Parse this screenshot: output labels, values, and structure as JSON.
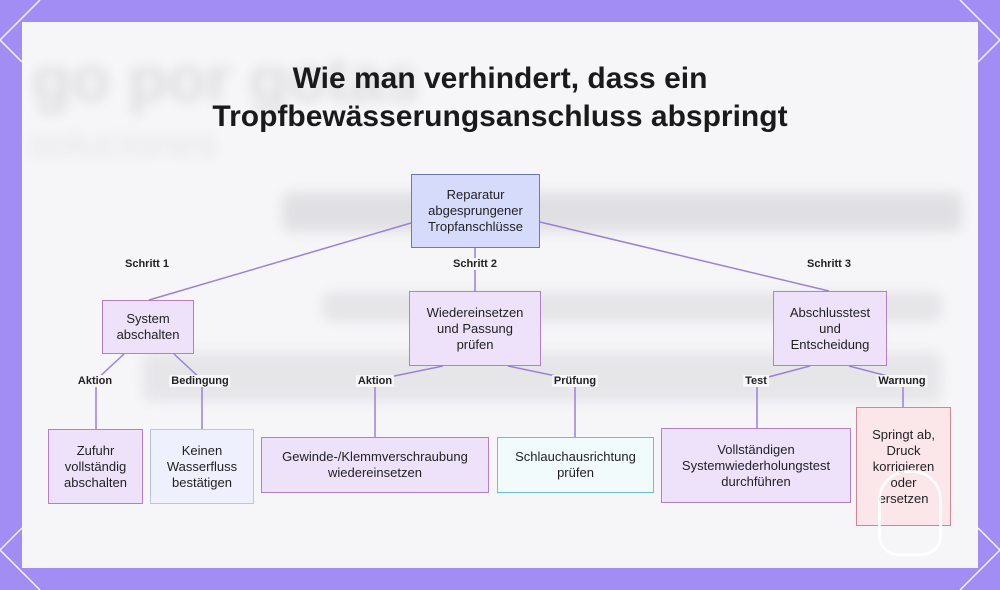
{
  "title": {
    "line1": "Wie man verhindert, dass ein",
    "line2": "Tropfbewässerungsanschluss abspringt"
  },
  "nodes": {
    "root": "Reparatur abgesprungener Tropfanschlüsse",
    "step1": "System abschalten",
    "step2": "Wiedereinsetzen und Passung prüfen",
    "step3": "Abschlusstest und Entscheidung",
    "s1_action": "Zufuhr vollständig abschalten",
    "s1_condition": "Keinen Wasserfluss bestätigen",
    "s2_action": "Gewinde-/Klemmverschraubung wiedereinsetzen",
    "s2_check": "Schlauchausrichtung prüfen",
    "s3_test": "Vollständigen Systemwiederholungstest durchführen",
    "s3_warning": "Springt ab, Druck korrigieren oder ersetzen"
  },
  "edge_labels": {
    "step1": "Schritt 1",
    "step2": "Schritt 2",
    "step3": "Schritt 3",
    "s1_action": "Aktion",
    "s1_condition": "Bedingung",
    "s2_action": "Aktion",
    "s2_check": "Prüfung",
    "s3_test": "Test",
    "s3_warning": "Warnung"
  },
  "background": {
    "text1": "go por gotas",
    "text2": "soluciones"
  },
  "colors": {
    "frame": "#a28df5",
    "edge": "#9b7fe0",
    "root_fill": "#d7dbfb",
    "step_fill": "#eee2fb",
    "warning_border": "#d9828f",
    "check_border": "#63c3cf"
  }
}
